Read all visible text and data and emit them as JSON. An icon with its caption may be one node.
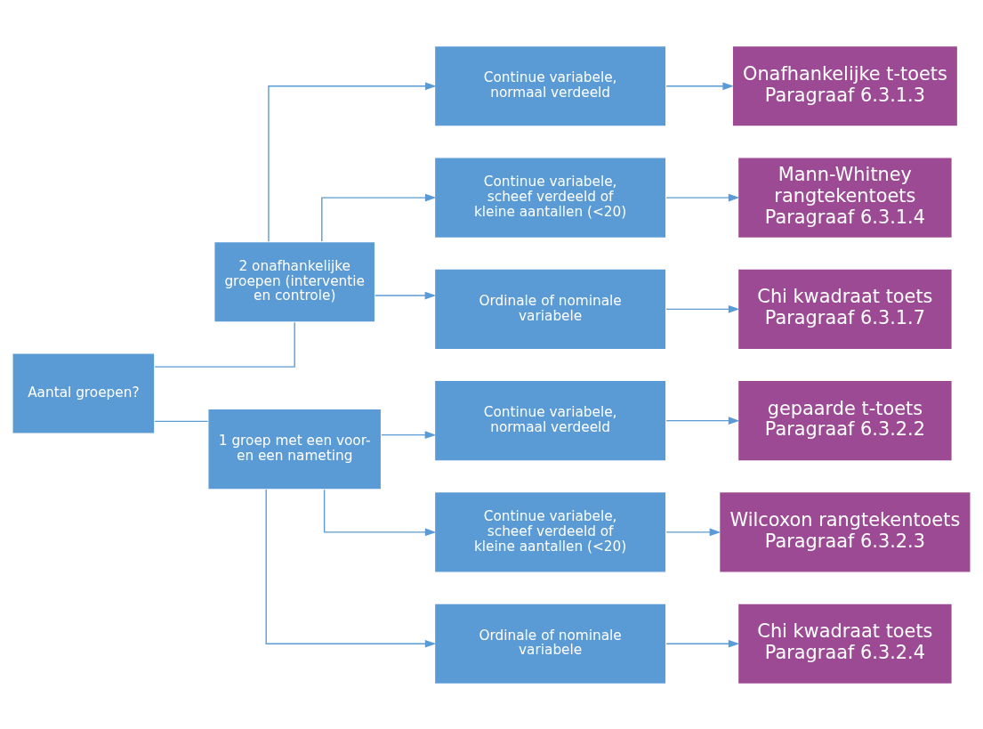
{
  "diagram": {
    "nodes": [
      {
        "text": [
          "Aantal groepen?"
        ]
      },
      {
        "text": [
          "2 onafhankelijke groepen (interventie en controle)"
        ]
      },
      {
        "text": [
          "1 groep met een voor- en een nameting"
        ]
      },
      {
        "text": [
          "Continue variabele, normaal verdeeld"
        ]
      },
      {
        "text": [
          "Continue variabele, scheef verdeeld of kleine aantallen (<20)"
        ]
      },
      {
        "text": [
          "Ordinale of nominale variabele"
        ]
      },
      {
        "text": [
          "Continue variabele, normaal verdeeld"
        ]
      },
      {
        "text": [
          "Continue variabele, scheef verdeeld of kleine aantallen (<20)"
        ]
      },
      {
        "text": [
          "Ordinale of nominale variabele"
        ]
      },
      {
        "text": [
          "Onafhankelijke t-toets",
          "Paragraaf 6.3.1.3"
        ]
      },
      {
        "text": [
          "Mann-Whitney rangtekentoets",
          "Paragraaf 6.3.1.4"
        ]
      },
      {
        "text": [
          "Chi kwadraat toets",
          "Paragraaf 6.3.1.7"
        ]
      },
      {
        "text": [
          "gepaarde t-toets",
          "Paragraaf 6.3.2.2"
        ]
      },
      {
        "text": [
          "Wilcoxon rangtekentoets",
          "Paragraaf 6.3.2.3"
        ]
      },
      {
        "text": [
          "Chi kwadraat toets",
          "Paragraaf 6.3.2.4"
        ]
      }
    ],
    "edges": [
      {
        "from": 0,
        "to": 1,
        "arrow": "none"
      },
      {
        "from": 0,
        "to": 2,
        "arrow": "none"
      },
      {
        "from": 1,
        "to": 3,
        "arrow": "to"
      },
      {
        "from": 1,
        "to": 4,
        "arrow": "to"
      },
      {
        "from": 1,
        "to": 5,
        "arrow": "to"
      },
      {
        "from": 2,
        "to": 6,
        "arrow": "to"
      },
      {
        "from": 2,
        "to": 7,
        "arrow": "to"
      },
      {
        "from": 2,
        "to": 8,
        "arrow": "to"
      },
      {
        "from": 3,
        "to": 9,
        "arrow": "to"
      },
      {
        "from": 4,
        "to": 10,
        "arrow": "to"
      },
      {
        "from": 5,
        "to": 11,
        "arrow": "to"
      },
      {
        "from": 6,
        "to": 12,
        "arrow": "to"
      },
      {
        "from": 7,
        "to": 13,
        "arrow": "to"
      },
      {
        "from": 8,
        "to": 14,
        "arrow": "to"
      }
    ]
  }
}
